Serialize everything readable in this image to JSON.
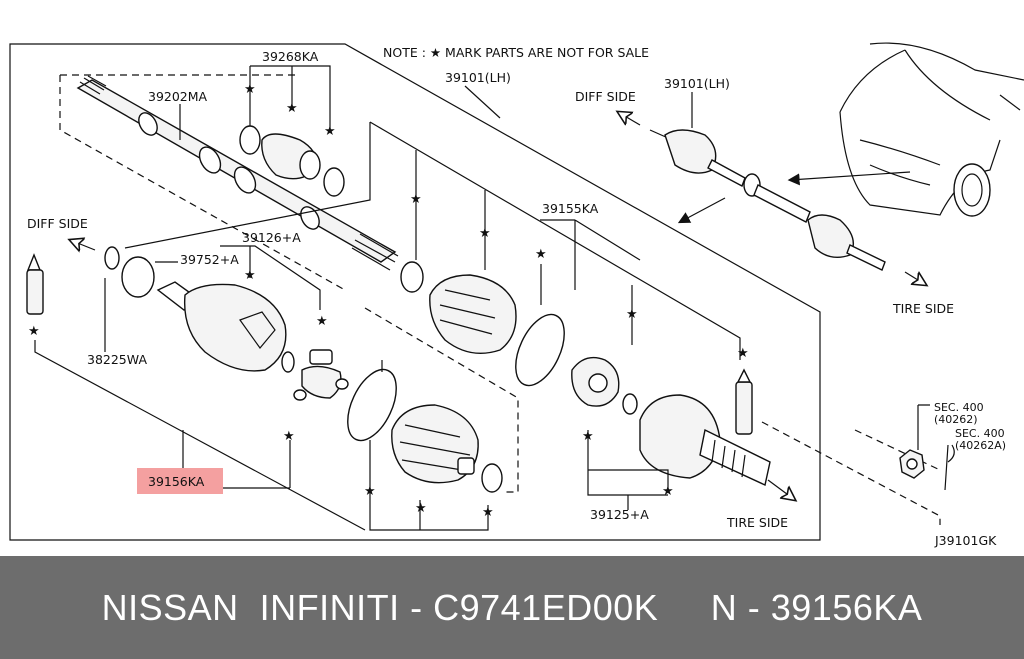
{
  "diagram": {
    "note": "NOTE : ★ MARK PARTS ARE NOT FOR SALE",
    "star_glyph": "★",
    "labels": {
      "p39268KA": "39268KA",
      "p39202MA": "39202MA",
      "p39101LH_a": "39101(LH)",
      "p39101LH_b": "39101(LH)",
      "diff_side_left": "DIFF SIDE",
      "diff_side_right": "DIFF SIDE",
      "p39155KA": "39155KA",
      "p39126A": "39126+A",
      "p39752A": "39752+A",
      "p38225WA": "38225WA",
      "p39156KA": "39156KA",
      "p39125A": "39125+A",
      "tire_side_bottom": "TIRE SIDE",
      "tire_side_right": "TIRE SIDE",
      "sec400_a": "SEC. 400",
      "sec400_a_code": "(40262)",
      "sec400_b": "SEC. 400",
      "sec400_b_code": "(40262A)",
      "figure_code": "J39101GK"
    },
    "highlight_color": "#f4a0a0"
  },
  "footer": {
    "text": "NISSAN  INFINITI - C9741ED00K     N - 39156KA"
  }
}
